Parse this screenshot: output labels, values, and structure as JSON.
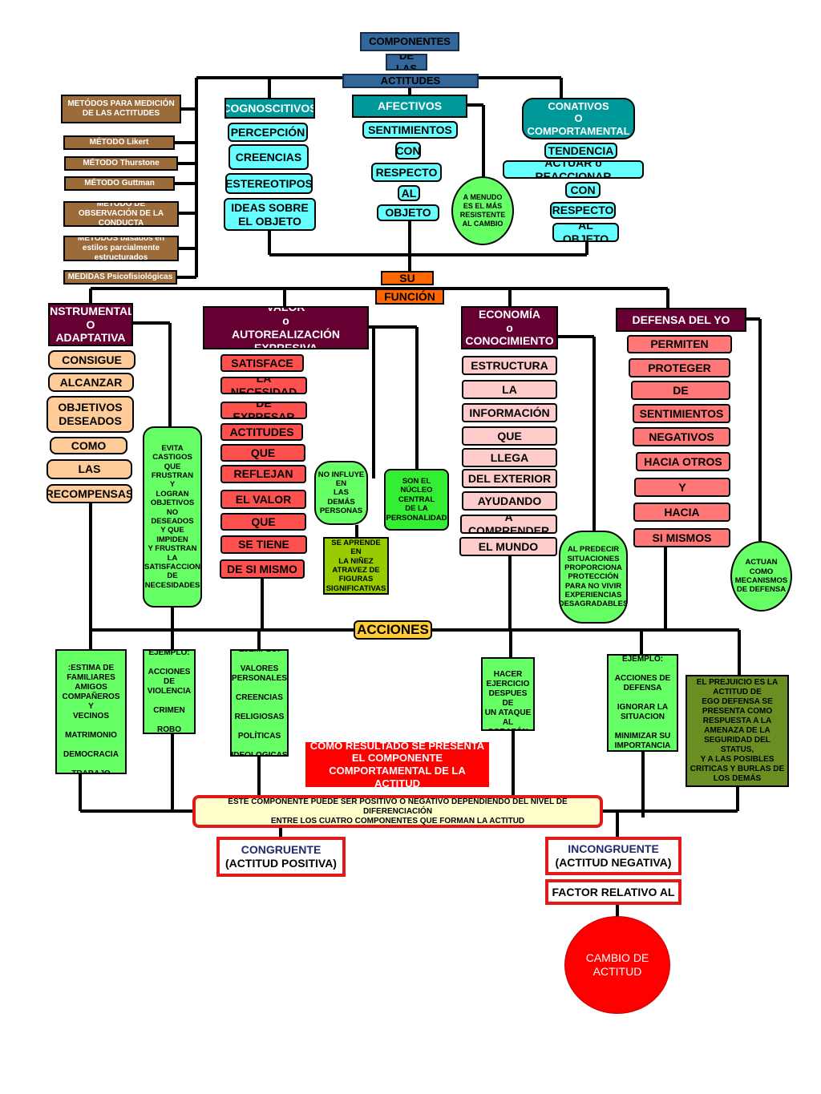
{
  "title": {
    "line1": "COMPONENTES",
    "line2": "DE LAS",
    "line3": "ACTITUDES"
  },
  "methods": [
    "METÓDOS PARA MEDICIÓN DE LAS ACTITUDES",
    "MÉTODO Likert",
    "MÉTODO Thurstone",
    "MÉTODO Guttman",
    "MÉTODO DE OBSERVACIÓN DE LA CONDUCTA",
    "MÉTODOS basados en estilos parcialmente estructurados",
    "MEDIDAS Psicofisiológicas"
  ],
  "cognitive": {
    "header": "COGNOSCITIVOS",
    "items": [
      "PERCEPCIÓN",
      "CREENCIAS",
      "ESTEREOTIPOS",
      "IDEAS SOBRE EL OBJETO"
    ]
  },
  "affective": {
    "header": "AFECTIVOS",
    "items": [
      "SENTIMIENTOS",
      "CON",
      "RESPECTO",
      "AL",
      "OBJETO"
    ],
    "note": "A MENUDO ES EL MÁS RESISTENTE AL CAMBIO"
  },
  "conative": {
    "header": "CONATIVOS\nO\nCOMPORTAMENTAL",
    "items": [
      "TENDENCIA",
      "ACTUAR o REACCIONAR",
      "CON",
      "RESPECTO",
      "AL OBJETO"
    ]
  },
  "function": {
    "line1": "SU",
    "line2": "FUNCIÓN"
  },
  "instrumental": {
    "header": "INSTRUMENTAL\nO\nADAPTATIVA",
    "items": [
      "CONSIGUE",
      "ALCANZAR",
      "OBJETIVOS DESEADOS",
      "COMO",
      "LAS",
      "RECOMPENSAS"
    ],
    "note": "EVITA\nCASTIGOS\nQUE\nFRUSTRAN\nY\nLOGRAN\nOBJETIVOS\nNO\nDESEADOS\nY QUE\nIMPIDEN\nY FRUSTRAN\nLA\nSATISFACCION\nDE\nNECESIDADES"
  },
  "value": {
    "header": "VALOR\no\nAUTOREALIZACIÓN EXPRESIVA",
    "items": [
      "SATISFACE",
      "LA NECESIDAD",
      "DE EXPRESAR",
      "ACTITUDES",
      "QUE",
      "REFLEJAN",
      "EL VALOR",
      "QUE",
      "SE TIENE",
      "DE SI MISMO"
    ],
    "note_oval": "NO INFLUYE\nEN\nLAS\nDEMÁS\nPERSONAS",
    "note_learn": "SE APRENDE EN\nLA NIÑEZ\nATRAVEZ DE\nFIGURAS\nSIGNIFICATIVAS",
    "note_core": "SON EL\nNÚCLEO\nCENTRAL\nDE LA\nPERSONALIDAD"
  },
  "economy": {
    "header": "ECONOMÍA\no\nCONOCIMIENTO",
    "items": [
      "ESTRUCTURA",
      "LA",
      "INFORMACIÓN",
      "QUE",
      "LLEGA",
      "DEL EXTERIOR",
      "AYUDANDO",
      "A COMPRENDER",
      "EL MUNDO"
    ],
    "note": "AL PREDECIR\nSITUACIONES\nPROPORCIONA\nPROTECCIÓN\nPARA NO VIVIR\nEXPERIENCIAS\nDESAGRADABLES"
  },
  "defense": {
    "header": "DEFENSA DEL YO",
    "items": [
      "PERMITEN",
      "PROTEGER",
      "DE",
      "SENTIMIENTOS",
      "NEGATIVOS",
      "HACIA OTROS",
      "Y",
      "HACIA",
      "SI MISMOS"
    ],
    "note": "ACTUAN\nCOMO\nMECANISMOS\nDE DEFENSA"
  },
  "actions": "ACCIONES",
  "examples": [
    "EJEMPLO\n\n:ESTIMA DE\nFAMILIARES\nAMIGOS\nCOMPAÑEROS Y\nVECINOS\n\nMATRIMONIO\n\nDEMOCRACIA\n\nTRABAJO",
    "EJEMPLO:\n\nACCIONES DE\nVIOLENCIA\n\nCRIMEN\n\nROBO",
    "EJEMPLO:\n\nVALORES\nPERSONALES\n\nCREENCIAS\n\nRELIGIOSAS\n\nPOLÍTICAS\n\nIDEOLOGICAS",
    "EJEMPLO:\n\nHACER\nEJERCICIO\nDESPUES DE\nUN ATAQUE\nAL CORAZÓN",
    "EJEMPLO:\n\nACCIONES DE\nDEFENSA\n\nIGNORAR LA\nSITUACION\n\nMINIMIZAR SU\nIMPORTANCIA",
    "EL PREJUICIO ES LA\nACTITUD DE\nEGO DEFENSA SE\nPRESENTA COMO\nRESPUESTA A LA\nAMENAZA DE LA\nSEGURIDAD DEL STATUS,\nY A LAS POSIBLES\nCRITICAS Y BURLAS DE\nLOS DEMÁS"
  ],
  "result": "COMO RESULTADO SE PRESENTA\nEL COMPONENTE\nCOMPORTAMENTAL DE LA ACTITUD",
  "component_note": "ESTE COMPONENTE PUEDE SER POSITIVO O NEGATIVO DEPENDIENDO DEL NIVEL DE DIFERENCIACIÓN\nENTRE LOS CUATRO COMPONENTES QUE FORMAN LA ACTITUD",
  "congruent": {
    "title": "CONGRUENTE",
    "subtitle": "(ACTITUD POSITIVA)"
  },
  "incongruent": {
    "title": "INCONGRUENTE",
    "subtitle": "(ACTITUD NEGATIVA)"
  },
  "factor": "FACTOR RELATIVO AL",
  "change": "CAMBIO DE\nACTITUD",
  "colors": {
    "navy": "#336699",
    "brown": "#9c6b3a",
    "teal": "#009999",
    "cyan": "#66ffff",
    "orange": "#ff6600",
    "maroon": "#660033",
    "peach": "#ffcc99",
    "salmon": "#ff5050",
    "pink": "#ffcccc",
    "green": "#66ff66",
    "olive": "#99cc00",
    "yellow": "#ffcc33",
    "red": "#ff0000"
  }
}
